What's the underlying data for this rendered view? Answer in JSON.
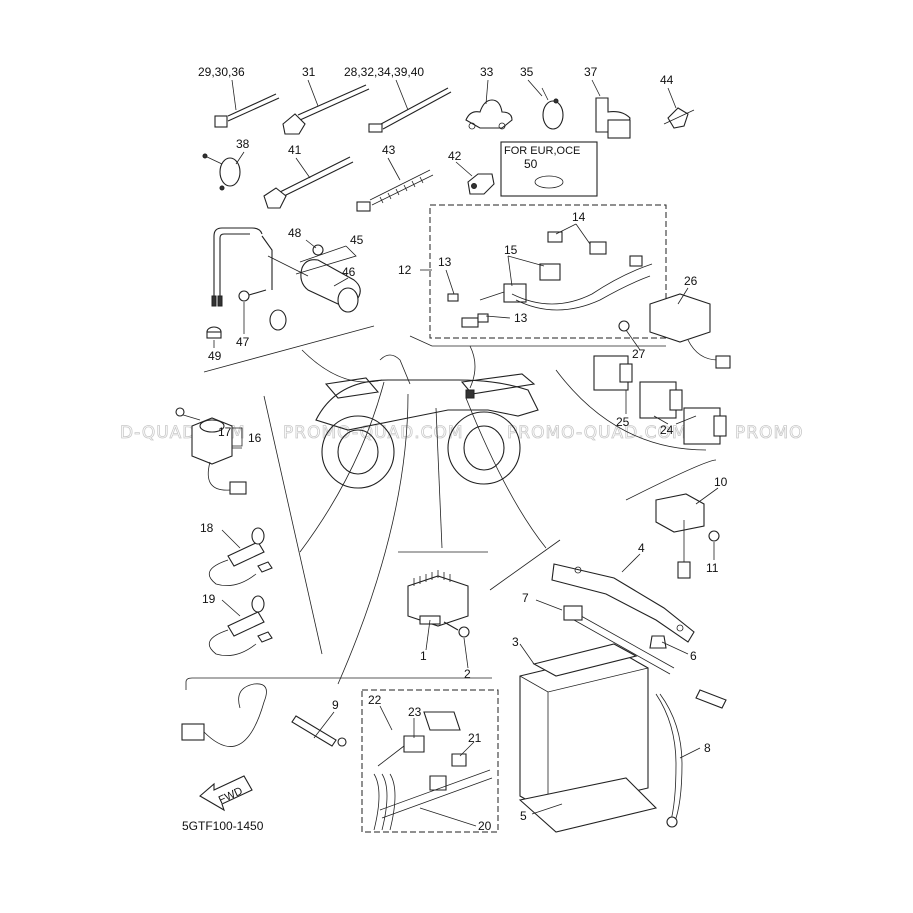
{
  "diagram_code": "5GTF100-1450",
  "watermark": {
    "left": "D-QUAD.COM",
    "middle1": "PROMO-QUAD.COM",
    "middle2": "PROMO-QUAD.COM",
    "right": "PROMO"
  },
  "notes": {
    "for_eur_oce": "FOR EUR,OCE",
    "fwd": "FWD"
  },
  "callouts": {
    "c29_30_36": "29,30,36",
    "c31": "31",
    "c28_32_34_39_40": "28,32,34,39,40",
    "c33": "33",
    "c35": "35",
    "c37": "37",
    "c44": "44",
    "c38": "38",
    "c41": "41",
    "c43": "43",
    "c42": "42",
    "c50": "50",
    "c48": "48",
    "c45": "45",
    "c46": "46",
    "c47": "47",
    "c49": "49",
    "c14": "14",
    "c15": "15",
    "c12": "12",
    "c13a": "13",
    "c13b": "13",
    "c26": "26",
    "c27": "27",
    "c25": "25",
    "c24": "24",
    "c17": "17",
    "c16": "16",
    "c10": "10",
    "c11": "11",
    "c18": "18",
    "c19": "19",
    "c4": "4",
    "c7": "7",
    "c3": "3",
    "c6": "6",
    "c1": "1",
    "c2": "2",
    "c9": "9",
    "c22": "22",
    "c23": "23",
    "c21": "21",
    "c8": "8",
    "c5": "5",
    "c20": "20"
  }
}
